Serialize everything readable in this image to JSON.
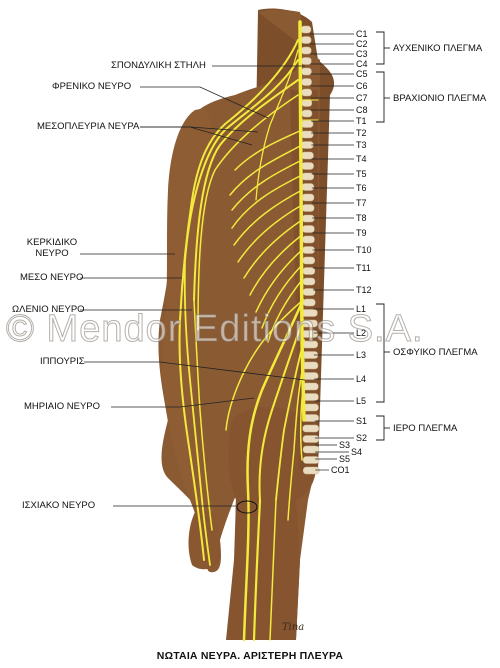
{
  "title": "ΝΩΤΑΙΑ ΝΕΥΡΑ. ΑΡΙΣΤΕΡΗ ΠΛΕΥΡΑ",
  "watermark": "© Mendor Editions S.A.",
  "signature": "Tina",
  "colors": {
    "skin": "#8a5a32",
    "skin_shadow": "#6f4526",
    "nerve": "#f2ea3c",
    "vertebra": "#e9dcc0",
    "line": "#222222"
  },
  "left_labels": {
    "spine": "ΣΠΟΝΔΥΛΙΚΗ ΣΤΗΛΗ",
    "phrenic": "ΦΡΕΝΙΚΟ ΝΕΥΡΟ",
    "intercostal": "ΜΕΣΟΠΛΕΥΡΙΑ ΝΕΥΡΑ",
    "radial_1": "ΚΕΡΚΙΔΙΚΟ",
    "radial_2": "ΝΕΥΡΟ",
    "median": "ΜΕΣΟ ΝΕΥΡΟ",
    "ulnar": "ΩΛΕΝΙΟ ΝΕΥΡΟ",
    "cauda": "ΙΠΠΟΥΡΙΣ",
    "femoral": "ΜΗΡΙΑΙΟ ΝΕΥΡΟ",
    "sciatic": "ΙΣΧΙΑΚΟ ΝΕΥΡΟ"
  },
  "segments": {
    "C1": "C1",
    "C2": "C2",
    "C3": "C3",
    "C4": "C4",
    "C5": "C5",
    "C6": "C6",
    "C7": "C7",
    "C8": "C8",
    "T1": "T1",
    "T2": "T2",
    "T3": "T3",
    "T4": "T4",
    "T5": "T5",
    "T6": "T6",
    "T7": "T7",
    "T8": "T8",
    "T9": "T9",
    "T10": "T10",
    "T11": "T11",
    "T12": "T12",
    "L1": "L1",
    "L2": "L2",
    "L3": "L3",
    "L4": "L4",
    "L5": "L5",
    "S1": "S1",
    "S2": "S2",
    "S3": "S3",
    "S4": "S4",
    "S5": "S5",
    "CO1": "CO1"
  },
  "plexus": {
    "cervical": "ΑΥΧΕΝΙΚΟ ΠΛΕΓΜΑ",
    "brachial": "ΒΡΑΧΙΟΝΙΟ ΠΛΕΓΜΑ",
    "lumbar": "ΟΣΦΥΙΚΟ ΠΛΕΓΜΑ",
    "sacral": "ΙΕΡΟ ΠΛΕΓΜΑ"
  }
}
